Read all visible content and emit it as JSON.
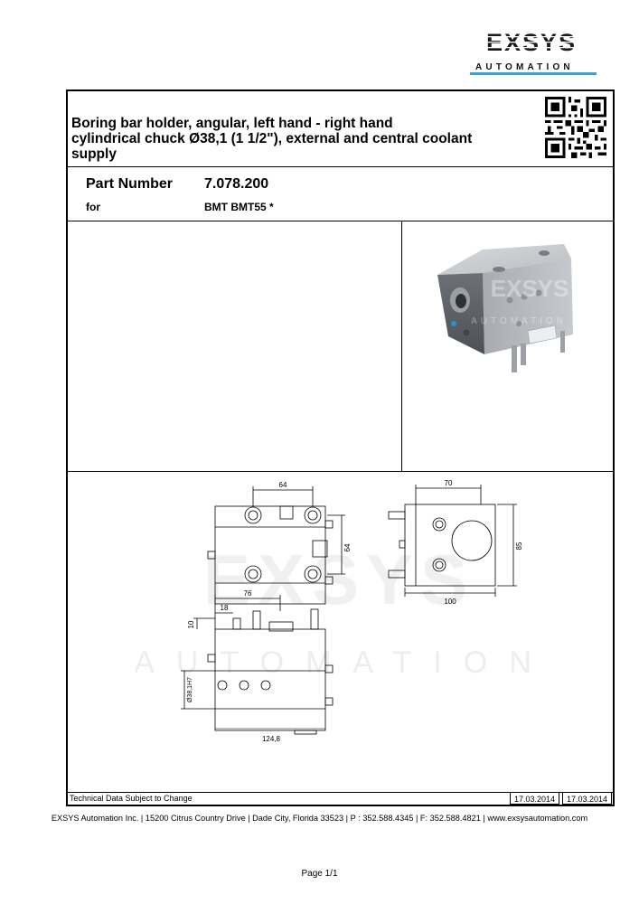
{
  "brand": {
    "name": "EXSYS",
    "sub": "AUTOMATION",
    "accent": "#3aa0d6"
  },
  "header": {
    "title_line1": "Boring bar holder, angular, left hand - right hand",
    "title_line2": "cylindrical chuck Ø38,1 (1 1/2\"), external and central coolant",
    "title_line3": "supply",
    "qr_icon": "qr-code-icon"
  },
  "part": {
    "label": "Part Number",
    "value": "7.078.200",
    "for_label": "for",
    "for_value": "BMT BMT55 *"
  },
  "photo": {
    "watermark": "EXSYS",
    "watermark_sub": "AUTOMATION"
  },
  "drawing": {
    "dims": {
      "top_width": "64",
      "top_height": "64",
      "side_width": "70",
      "side_height": "85",
      "side_base": "100",
      "front_width": "76",
      "front_offset": "18",
      "front_step": "10",
      "front_bore": "Ø38,1H7",
      "front_total": "124,8"
    },
    "watermark": "EXSYS",
    "watermark_sub": "AUTOMATION"
  },
  "footer": {
    "disclaimer": "Technical Data Subject to Change",
    "date1": "17.03.2014",
    "date2": "17.03.2014",
    "address": "EXSYS Automation Inc. | 15200 Citrus Country Drive | Dade City, Florida 33523 | P : 352.588.4345 | F: 352.588.4821 | www.exsysautomation.com",
    "page": "Page 1/1"
  }
}
